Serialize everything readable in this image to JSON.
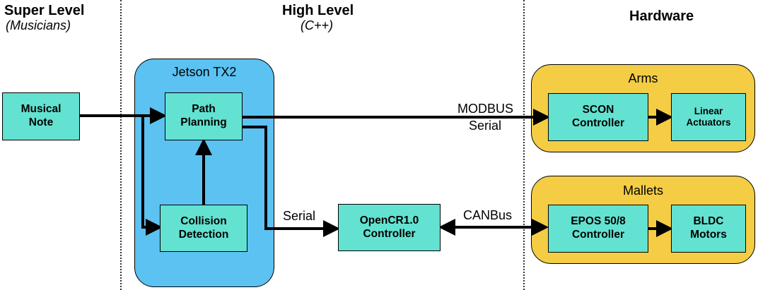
{
  "columns": {
    "super": {
      "title": "Super Level",
      "subtitle": "(Musicians)"
    },
    "high": {
      "title": "High Level",
      "subtitle": "(C++)"
    },
    "hardware": {
      "title": "Hardware"
    }
  },
  "groups": {
    "jetson": {
      "label": "Jetson TX2",
      "color": "#5bc2f2"
    },
    "arms": {
      "label": "Arms",
      "color": "#f4cd45"
    },
    "mallets": {
      "label": "Mallets",
      "color": "#f4cd45"
    }
  },
  "nodes": {
    "musical_note": "Musical\nNote",
    "path_planning": "Path\nPlanning",
    "collision_detection": "Collision\nDetection",
    "opencr": "OpenCR1.0\nController",
    "scon": "SCON\nController",
    "linear_actuators": "Linear\nActuators",
    "epos": "EPOS 50/8\nController",
    "bldc": "BLDC\nMotors"
  },
  "edges": {
    "modbus_top": "MODBUS",
    "modbus_bottom": "Serial",
    "serial": "Serial",
    "canbus": "CANBus"
  },
  "colors": {
    "node_fill": "#63e2d1",
    "line": "#000000"
  }
}
